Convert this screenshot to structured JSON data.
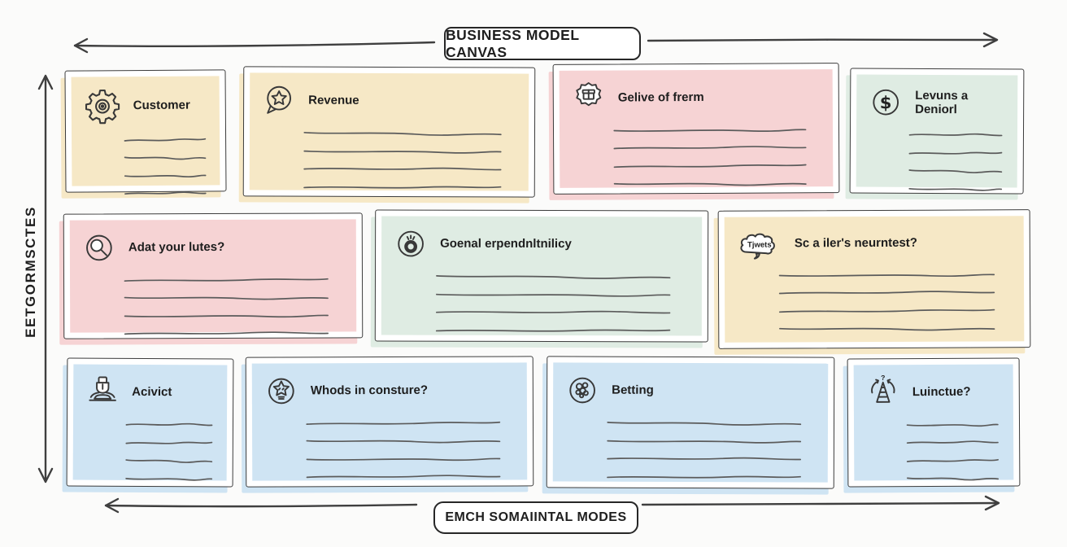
{
  "page": {
    "background": "#fbfbfa",
    "ink": "#2a2a2a",
    "rule_line_color": "#5b5b5b"
  },
  "header": {
    "title": "BUSINESS MODEL CANVAS"
  },
  "footer": {
    "label": "EMCH SOMAIINTAL MODES"
  },
  "left_axis": {
    "label": "EETGORMSCTES"
  },
  "colors": {
    "yellow": "#f6e8c6",
    "pink": "#f6d3d4",
    "green": "#dfece3",
    "blue": "#cfe4f3"
  },
  "cards": [
    {
      "title": "Customer",
      "icon": "gear-icon",
      "color": "yellow",
      "lines": 4
    },
    {
      "title": "Revenue",
      "icon": "star-speech-bubble-icon",
      "color": "yellow",
      "lines": 4
    },
    {
      "title": "Gelive of frerm",
      "icon": "badge-gift-icon",
      "color": "pink",
      "lines": 4
    },
    {
      "title": "Levuns a Deniorl",
      "icon": "dollar-circle-icon",
      "color": "green",
      "lines": 4,
      "icon_text": "$"
    },
    {
      "title": "Adat your lutes?",
      "icon": "magnifier-icon",
      "color": "pink",
      "lines": 4
    },
    {
      "title": "Goenal erpendnltnilicy",
      "icon": "trophy-circle-icon",
      "color": "green",
      "lines": 4
    },
    {
      "title": "Sc a iler's neurntest?",
      "icon": "tweets-cloud-icon",
      "color": "yellow",
      "lines": 4,
      "icon_text": "Tjwets"
    },
    {
      "title": "Acivict",
      "icon": "person-desk-icon",
      "color": "blue",
      "lines": 4
    },
    {
      "title": "Whods in consture?",
      "icon": "star-circle-icon",
      "color": "blue",
      "lines": 4
    },
    {
      "title": "Betting",
      "icon": "cluster-circle-icon",
      "color": "blue",
      "lines": 4
    },
    {
      "title": "Luinctue?",
      "icon": "tower-arrows-icon",
      "color": "blue",
      "lines": 4,
      "icon_text": "?"
    }
  ]
}
